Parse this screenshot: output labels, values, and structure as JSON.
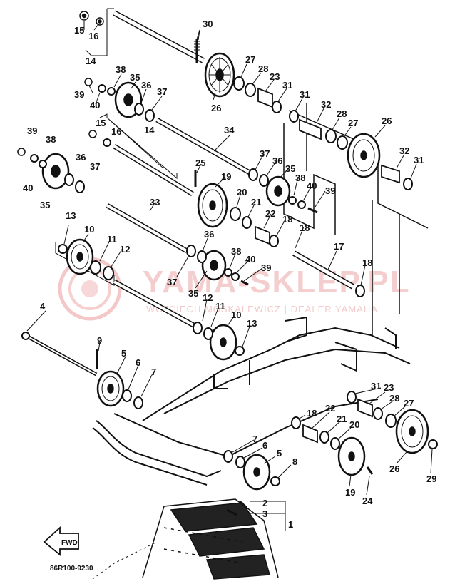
{
  "diagram": {
    "code": "86R100-9230",
    "fwd_label": "FWD",
    "watermark": {
      "brand": "YAMA-SKLEP.PL",
      "tagline": "WOJCIECH MOSKALEWICZ | DEALER YAMAHA"
    },
    "callouts": [
      {
        "id": "c30",
        "n": "30"
      },
      {
        "id": "c15a",
        "n": "15"
      },
      {
        "id": "c16a",
        "n": "16"
      },
      {
        "id": "c14a",
        "n": "14"
      },
      {
        "id": "c27a",
        "n": "27"
      },
      {
        "id": "c28a",
        "n": "28"
      },
      {
        "id": "c23a",
        "n": "23"
      },
      {
        "id": "c31a",
        "n": "31"
      },
      {
        "id": "c31b",
        "n": "31"
      },
      {
        "id": "c32a",
        "n": "32"
      },
      {
        "id": "c28b",
        "n": "28"
      },
      {
        "id": "c27b",
        "n": "27"
      },
      {
        "id": "c26a",
        "n": "26"
      },
      {
        "id": "c26b",
        "n": "26"
      },
      {
        "id": "c38a",
        "n": "38"
      },
      {
        "id": "c35a",
        "n": "35"
      },
      {
        "id": "c36a",
        "n": "36"
      },
      {
        "id": "c37a",
        "n": "37"
      },
      {
        "id": "c39a",
        "n": "39"
      },
      {
        "id": "c40a",
        "n": "40"
      },
      {
        "id": "c15b",
        "n": "15"
      },
      {
        "id": "c16b",
        "n": "16"
      },
      {
        "id": "c14b",
        "n": "14"
      },
      {
        "id": "c34",
        "n": "34"
      },
      {
        "id": "c32b",
        "n": "32"
      },
      {
        "id": "c31c",
        "n": "31"
      },
      {
        "id": "c39b",
        "n": "39"
      },
      {
        "id": "c38b",
        "n": "38"
      },
      {
        "id": "c36b",
        "n": "36"
      },
      {
        "id": "c37b",
        "n": "37"
      },
      {
        "id": "c40b",
        "n": "40"
      },
      {
        "id": "c35b",
        "n": "35"
      },
      {
        "id": "c25",
        "n": "25"
      },
      {
        "id": "c37c",
        "n": "37"
      },
      {
        "id": "c36c",
        "n": "36"
      },
      {
        "id": "c35c",
        "n": "35"
      },
      {
        "id": "c19a",
        "n": "19"
      },
      {
        "id": "c20a",
        "n": "20"
      },
      {
        "id": "c38c",
        "n": "38"
      },
      {
        "id": "c40c",
        "n": "40"
      },
      {
        "id": "c39c",
        "n": "39"
      },
      {
        "id": "c21a",
        "n": "21"
      },
      {
        "id": "c22a",
        "n": "22"
      },
      {
        "id": "c18a",
        "n": "18"
      },
      {
        "id": "c33",
        "n": "33"
      },
      {
        "id": "c13a",
        "n": "13"
      },
      {
        "id": "c10a",
        "n": "10"
      },
      {
        "id": "c11a",
        "n": "11"
      },
      {
        "id": "c12a",
        "n": "12"
      },
      {
        "id": "c18b",
        "n": "18"
      },
      {
        "id": "c17",
        "n": "17"
      },
      {
        "id": "c18c",
        "n": "18"
      },
      {
        "id": "c36d",
        "n": "36"
      },
      {
        "id": "c38d",
        "n": "38"
      },
      {
        "id": "c40d",
        "n": "40"
      },
      {
        "id": "c39d",
        "n": "39"
      },
      {
        "id": "c37d",
        "n": "37"
      },
      {
        "id": "c35d",
        "n": "35"
      },
      {
        "id": "c4",
        "n": "4"
      },
      {
        "id": "c12b",
        "n": "12"
      },
      {
        "id": "c11b",
        "n": "11"
      },
      {
        "id": "c10b",
        "n": "10"
      },
      {
        "id": "c13b",
        "n": "13"
      },
      {
        "id": "c9",
        "n": "9"
      },
      {
        "id": "c5a",
        "n": "5"
      },
      {
        "id": "c6a",
        "n": "6"
      },
      {
        "id": "c7a",
        "n": "7"
      },
      {
        "id": "c31d",
        "n": "31"
      },
      {
        "id": "c23b",
        "n": "23"
      },
      {
        "id": "c28c",
        "n": "28"
      },
      {
        "id": "c27c",
        "n": "27"
      },
      {
        "id": "c18d",
        "n": "18"
      },
      {
        "id": "c22b",
        "n": "22"
      },
      {
        "id": "c21b",
        "n": "21"
      },
      {
        "id": "c20b",
        "n": "20"
      },
      {
        "id": "c7b",
        "n": "7"
      },
      {
        "id": "c6b",
        "n": "6"
      },
      {
        "id": "c5b",
        "n": "5"
      },
      {
        "id": "c8",
        "n": "8"
      },
      {
        "id": "c19b",
        "n": "19"
      },
      {
        "id": "c24",
        "n": "24"
      },
      {
        "id": "c26c",
        "n": "26"
      },
      {
        "id": "c29",
        "n": "29"
      },
      {
        "id": "c2",
        "n": "2"
      },
      {
        "id": "c3",
        "n": "3"
      },
      {
        "id": "c1",
        "n": "1"
      }
    ]
  }
}
